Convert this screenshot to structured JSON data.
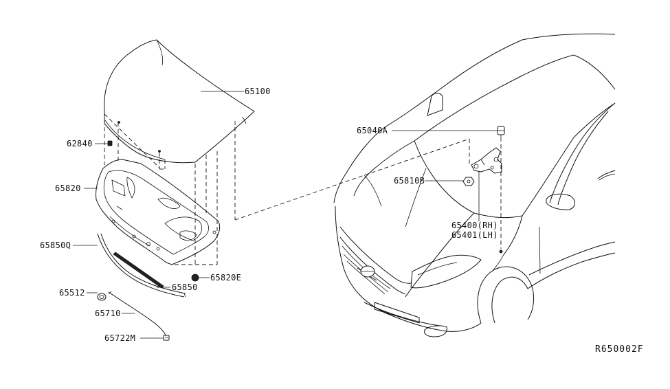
{
  "diagram_code": "R650002F",
  "labels": {
    "hood": "65100",
    "hood_clip": "62840",
    "hood_insulator": "65820",
    "seal_front": "65850Q",
    "seal_rear": "65850",
    "insulator_clip": "65820E",
    "grommet": "65512",
    "release_cable": "65710",
    "cable_clip": "65722M",
    "hinge_bolt": "65040A",
    "hinge_nut": "65810B",
    "hinge_rh": "65400(RH)",
    "hinge_lh": "65401(LH)"
  }
}
